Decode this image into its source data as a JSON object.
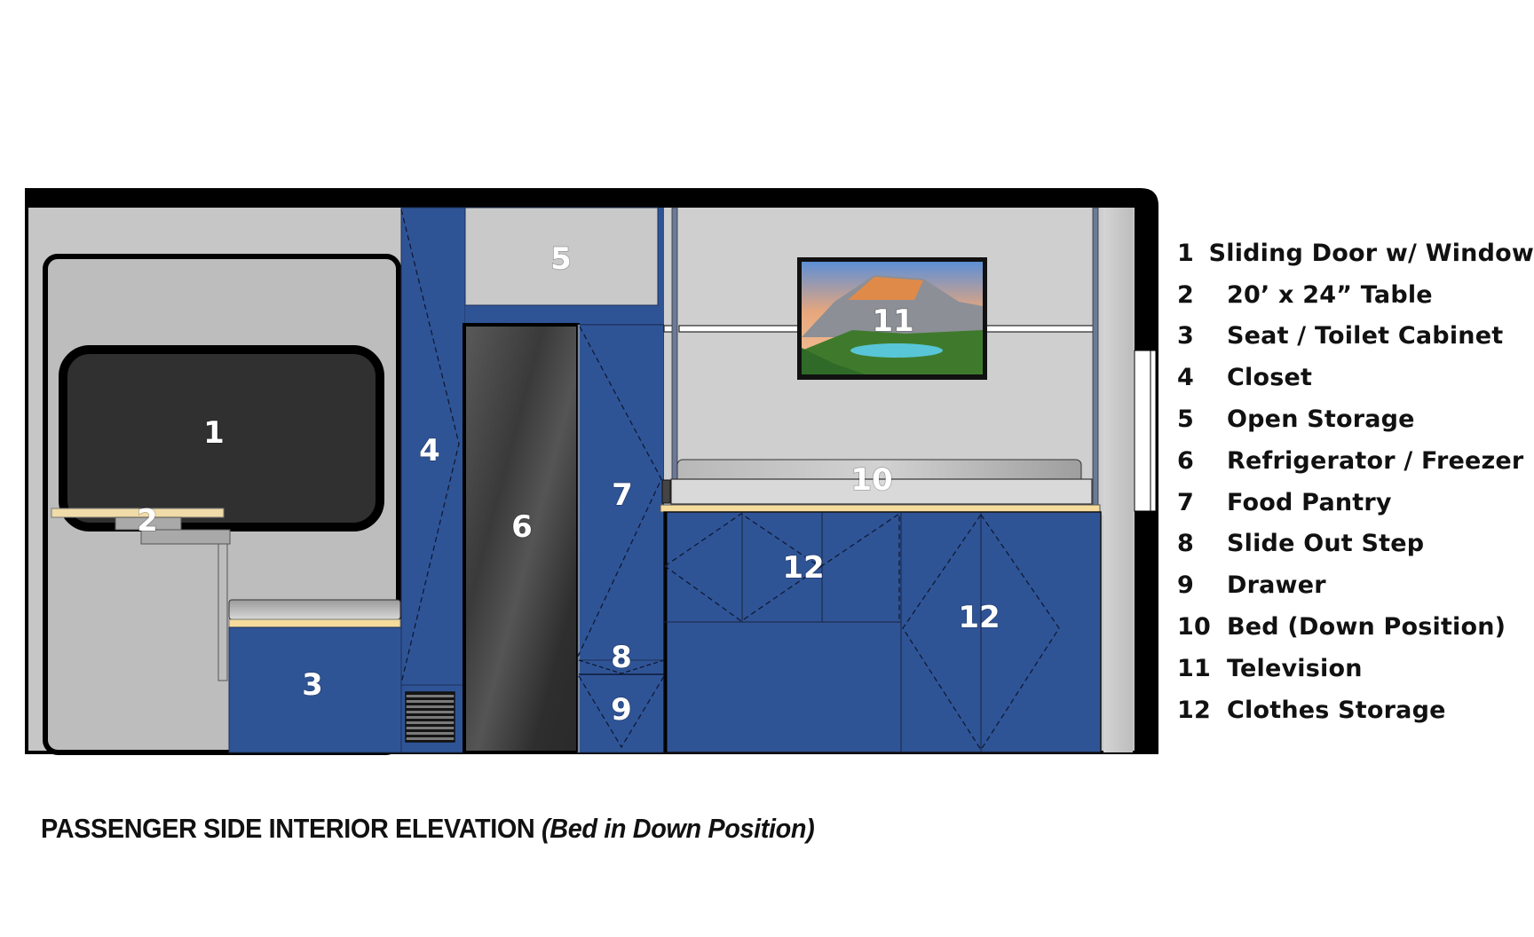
{
  "caption": {
    "title": "PASSENGER SIDE INTERIOR ELEVATION",
    "subtitle": "(Bed in Down Position)"
  },
  "colors": {
    "cabinet_blue": "#2f5496",
    "wall_grey": "#c6c6c6",
    "frame_black": "#000000",
    "window_dark": "#303030",
    "countertop_tan": "#f5dc9c",
    "callout_white": "#ffffff"
  },
  "callouts": {
    "c1": "1",
    "c2": "2",
    "c3": "3",
    "c4": "4",
    "c5": "5",
    "c6": "6",
    "c7": "7",
    "c8": "8",
    "c9": "9",
    "c10": "10",
    "c11": "11",
    "c12a": "12",
    "c12b": "12"
  },
  "legend": {
    "items": [
      {
        "num": "1",
        "label": "Sliding Door w/ Window"
      },
      {
        "num": "2",
        "label": "20’ x 24” Table"
      },
      {
        "num": "3",
        "label": "Seat / Toilet Cabinet"
      },
      {
        "num": "4",
        "label": "Closet"
      },
      {
        "num": "5",
        "label": "Open Storage"
      },
      {
        "num": "6",
        "label": "Refrigerator / Freezer"
      },
      {
        "num": "7",
        "label": "Food Pantry"
      },
      {
        "num": "8",
        "label": "Slide Out Step"
      },
      {
        "num": "9",
        "label": "Drawer"
      },
      {
        "num": "10",
        "label": "Bed (Down Position)"
      },
      {
        "num": "11",
        "label": "Television"
      },
      {
        "num": "12",
        "label": "Clothes Storage"
      }
    ]
  }
}
